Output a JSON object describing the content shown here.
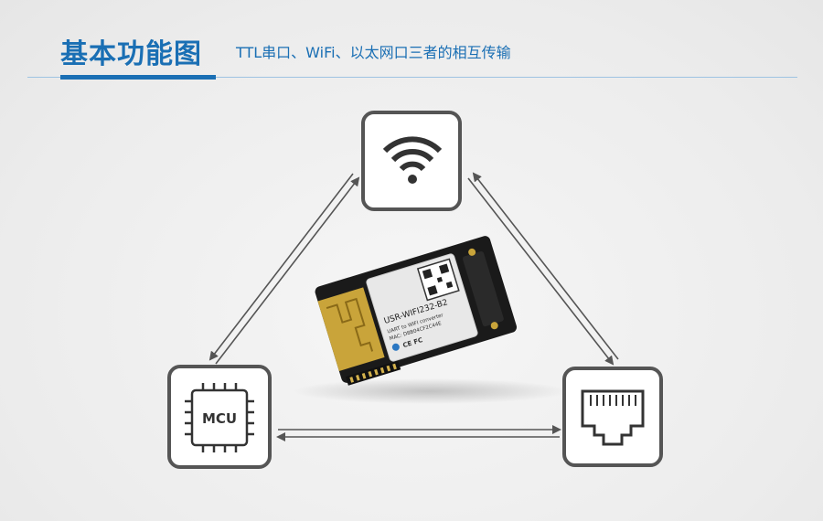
{
  "header": {
    "title": "基本功能图",
    "subtitle": "TTL串口、WiFi、以太网口三者的相互传输"
  },
  "nodes": {
    "wifi": {
      "icon": "wifi-icon"
    },
    "mcu": {
      "label": "MCU",
      "icon": "chip-icon"
    },
    "ethernet": {
      "icon": "ethernet-port-icon"
    }
  },
  "module": {
    "model": "USR-WIFI232-B2",
    "desc": "UART to WIFI converter",
    "mac": "MAC: D8B04CF2C44E",
    "marks": "CE FC"
  },
  "colors": {
    "accent": "#1a6fb4",
    "node_border": "#555555",
    "board": "#1a1a1a"
  }
}
